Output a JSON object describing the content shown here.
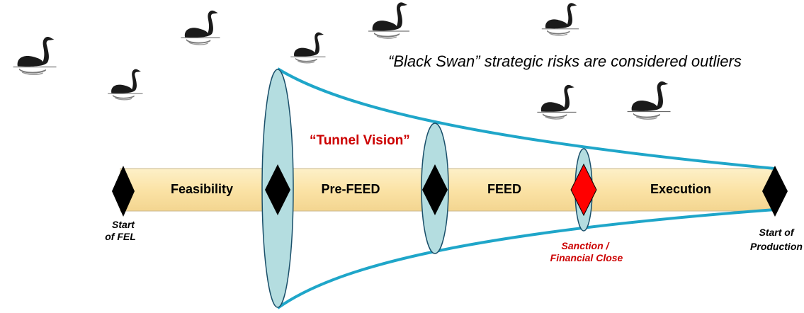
{
  "headline": "“Black Swan” strategic risks are considered outliers",
  "tunnel_label": "“Tunnel Vision”",
  "phases": [
    "Feasibility",
    "Pre-FEED",
    "FEED",
    "Execution"
  ],
  "milestones": {
    "start": [
      "Start",
      "of FEL"
    ],
    "sanction": [
      "Sanction /",
      "Financial Close"
    ],
    "production": [
      "Start of",
      "Production"
    ]
  },
  "colors": {
    "bar_fill": "#fbe3a6",
    "bar_border": "#c8b890",
    "ellipse_fill": "#b4dde0",
    "funnel_line": "#1fa6c9",
    "diamond": "#000000",
    "sanction_diamond": "#ff0000",
    "accent_text": "#cc0000"
  },
  "icons": [
    "swan-icon"
  ]
}
